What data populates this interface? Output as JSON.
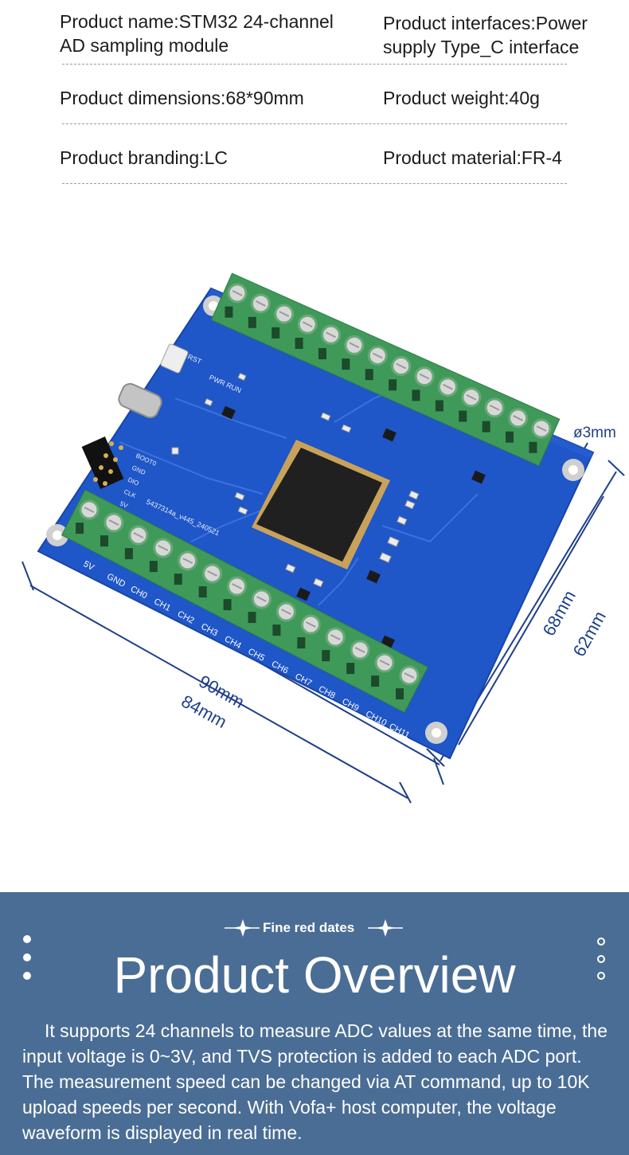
{
  "specs": {
    "name_line1": "Product name:STM32 24-channel",
    "name_line2": "AD sampling module",
    "interfaces_line1": "Product interfaces:Power",
    "interfaces_line2": "supply Type_C interface",
    "dimensions": "Product dimensions:68*90mm",
    "weight": "Product weight:40g",
    "branding": "Product branding:LC",
    "material": "Product material:FR-4"
  },
  "board": {
    "top_terminal_count": 14,
    "bottom_terminal_count": 14,
    "pin_labels": [
      "5V",
      "GND",
      "CH0",
      "CH1",
      "CH2",
      "CH3",
      "CH4",
      "CH5",
      "CH6",
      "CH7",
      "CH8",
      "CH9",
      "CH10",
      "CH11"
    ],
    "header_labels": [
      "BOOT0",
      "GND",
      "DIO",
      "CLK",
      "5V"
    ],
    "silk_main": "5437314a_v445_240521",
    "silk_power": "PWR RUN",
    "silk_reset": "RST",
    "colors": {
      "pcb": "#1f56c8",
      "terminal": "#52b26e",
      "chip": "#202020"
    }
  },
  "dimensions": {
    "hole": "ø3mm",
    "len_outer": "90mm",
    "len_inner": "84mm",
    "wid_outer": "68mm",
    "wid_inner": "62mm"
  },
  "overview": {
    "brand": "Fine red dates",
    "title": "Product Overview",
    "description": "It supports 24 channels to measure ADC values at the same time, the input voltage is 0~3V, and TVS protection is added to each ADC port. The measurement speed can be changed via AT command, up to 10K upload speeds per second. With Vofa+ host computer, the voltage waveform is displayed in real time."
  }
}
